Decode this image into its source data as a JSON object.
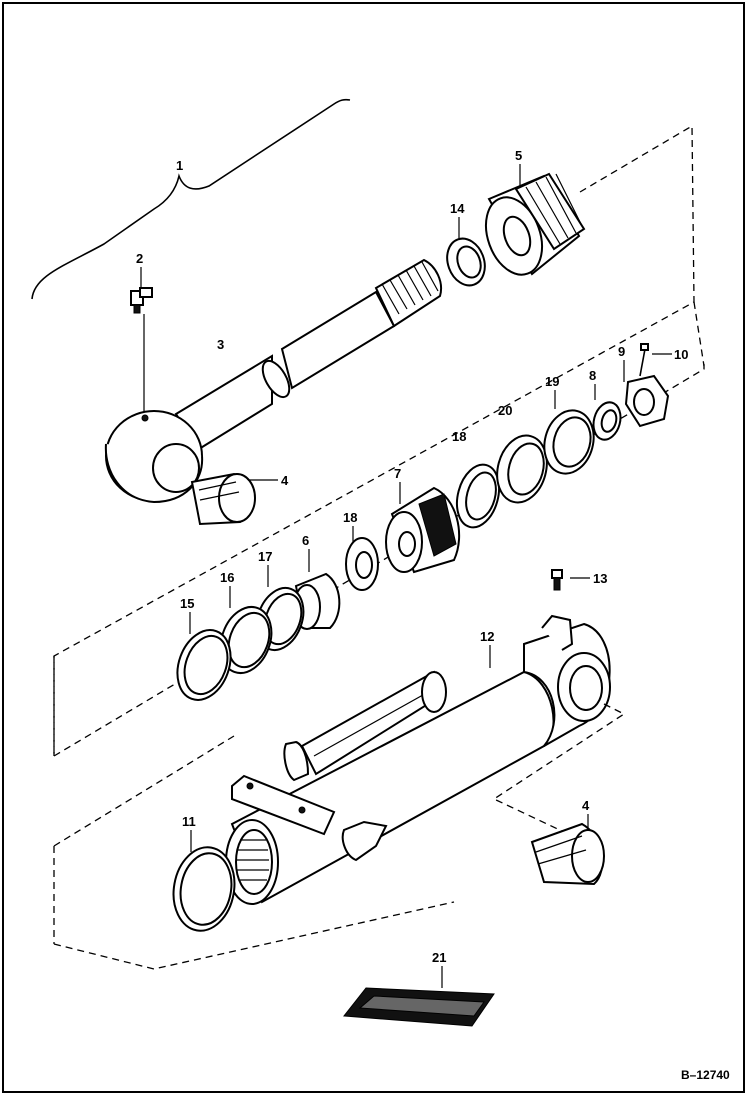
{
  "diagram": {
    "reference": "B–12740",
    "callouts": {
      "c1": "1",
      "c2": "2",
      "c3": "3",
      "c4a": "4",
      "c5": "5",
      "c6": "6",
      "c7": "7",
      "c8": "8",
      "c9": "9",
      "c10": "10",
      "c11": "11",
      "c12": "12",
      "c13": "13",
      "c14": "14",
      "c15": "15",
      "c16": "16",
      "c17": "17",
      "c18a": "18",
      "c18b": "18",
      "c19": "19",
      "c20": "20",
      "c4b": "4",
      "c21": "21"
    }
  }
}
